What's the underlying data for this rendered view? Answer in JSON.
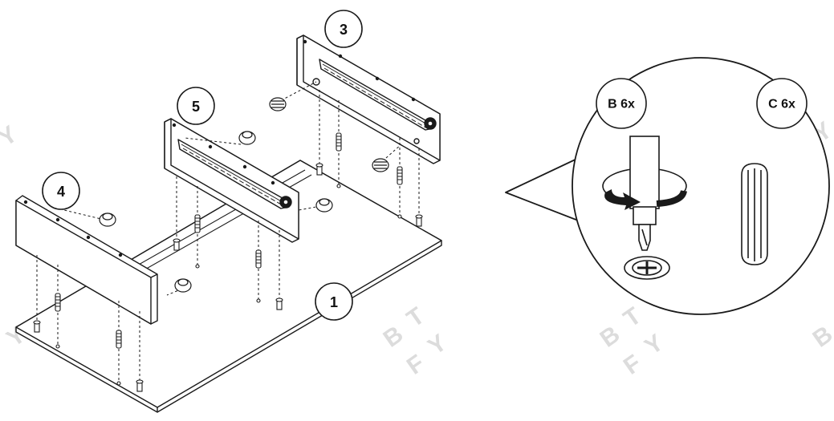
{
  "step_markers": {
    "board_1": "1",
    "panel_3": "3",
    "panel_4": "4",
    "panel_5": "5"
  },
  "hardware": {
    "part_b": "B 6x",
    "part_c": "C 6x"
  },
  "watermark_letters": [
    "B",
    "T",
    "F",
    "Y"
  ],
  "colors": {
    "line": "#1a1a1a",
    "paper": "#ffffff",
    "watermark": "#d9d9d9"
  }
}
